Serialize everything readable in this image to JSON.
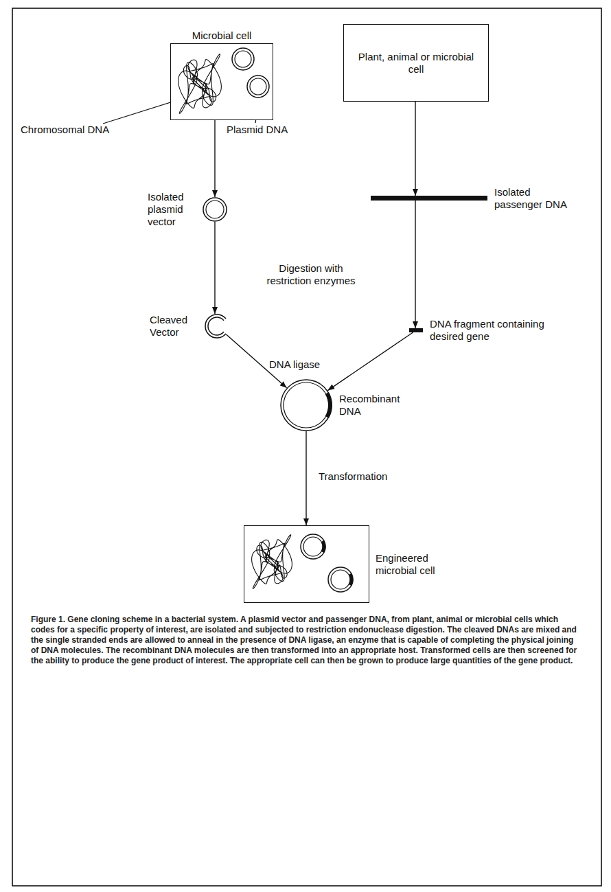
{
  "diagram": {
    "caption": "Figure 1.  Gene cloning scheme in a bacterial system. A plasmid vector and passenger DNA, from plant, animal or microbial cells which codes for a specific property of interest, are isolated and subjected to restriction endonuclease digestion. The cleaved DNAs are mixed and the single stranded ends are allowed to anneal in the presence of DNA ligase, an enzyme that is capable of completing the physical joining of DNA molecules. The recombinant DNA molecules are then transformed into an appropriate host. Transformed cells are then screened for the ability to produce the gene product of interest. The appropriate cell can then be grown to produce large quantities of the gene product.",
    "nodes": [
      {
        "text": [
          "Microbial cell"
        ]
      },
      {
        "text": [
          "Plant, animal or microbial cell"
        ]
      },
      {
        "text": [
          "Isolated plasmid vector"
        ]
      },
      {
        "text": [
          "Isolated passenger DNA"
        ]
      },
      {
        "text": [
          "Cleaved Vector"
        ]
      },
      {
        "text": [
          "DNA fragment containing desired gene"
        ]
      },
      {
        "text": [
          "Recombinant DNA"
        ]
      },
      {
        "text": [
          "Engineered microbial cell"
        ]
      }
    ],
    "edges": [
      {
        "from": 0,
        "to": 2,
        "arrow": "to"
      },
      {
        "from": 2,
        "to": 4,
        "arrow": "to"
      },
      {
        "from": 4,
        "to": 6,
        "arrow": "to"
      },
      {
        "from": 1,
        "to": 3,
        "arrow": "to"
      },
      {
        "from": 3,
        "to": 5,
        "arrow": "to"
      },
      {
        "from": 5,
        "to": 6,
        "arrow": "to"
      },
      {
        "from": 6,
        "to": 7,
        "label": "Transformation",
        "arrow": "to"
      }
    ],
    "labels": [
      "Chromosomal DNA",
      "Plasmid DNA",
      "Digestion with restriction enzymes",
      "DNA ligase"
    ]
  }
}
